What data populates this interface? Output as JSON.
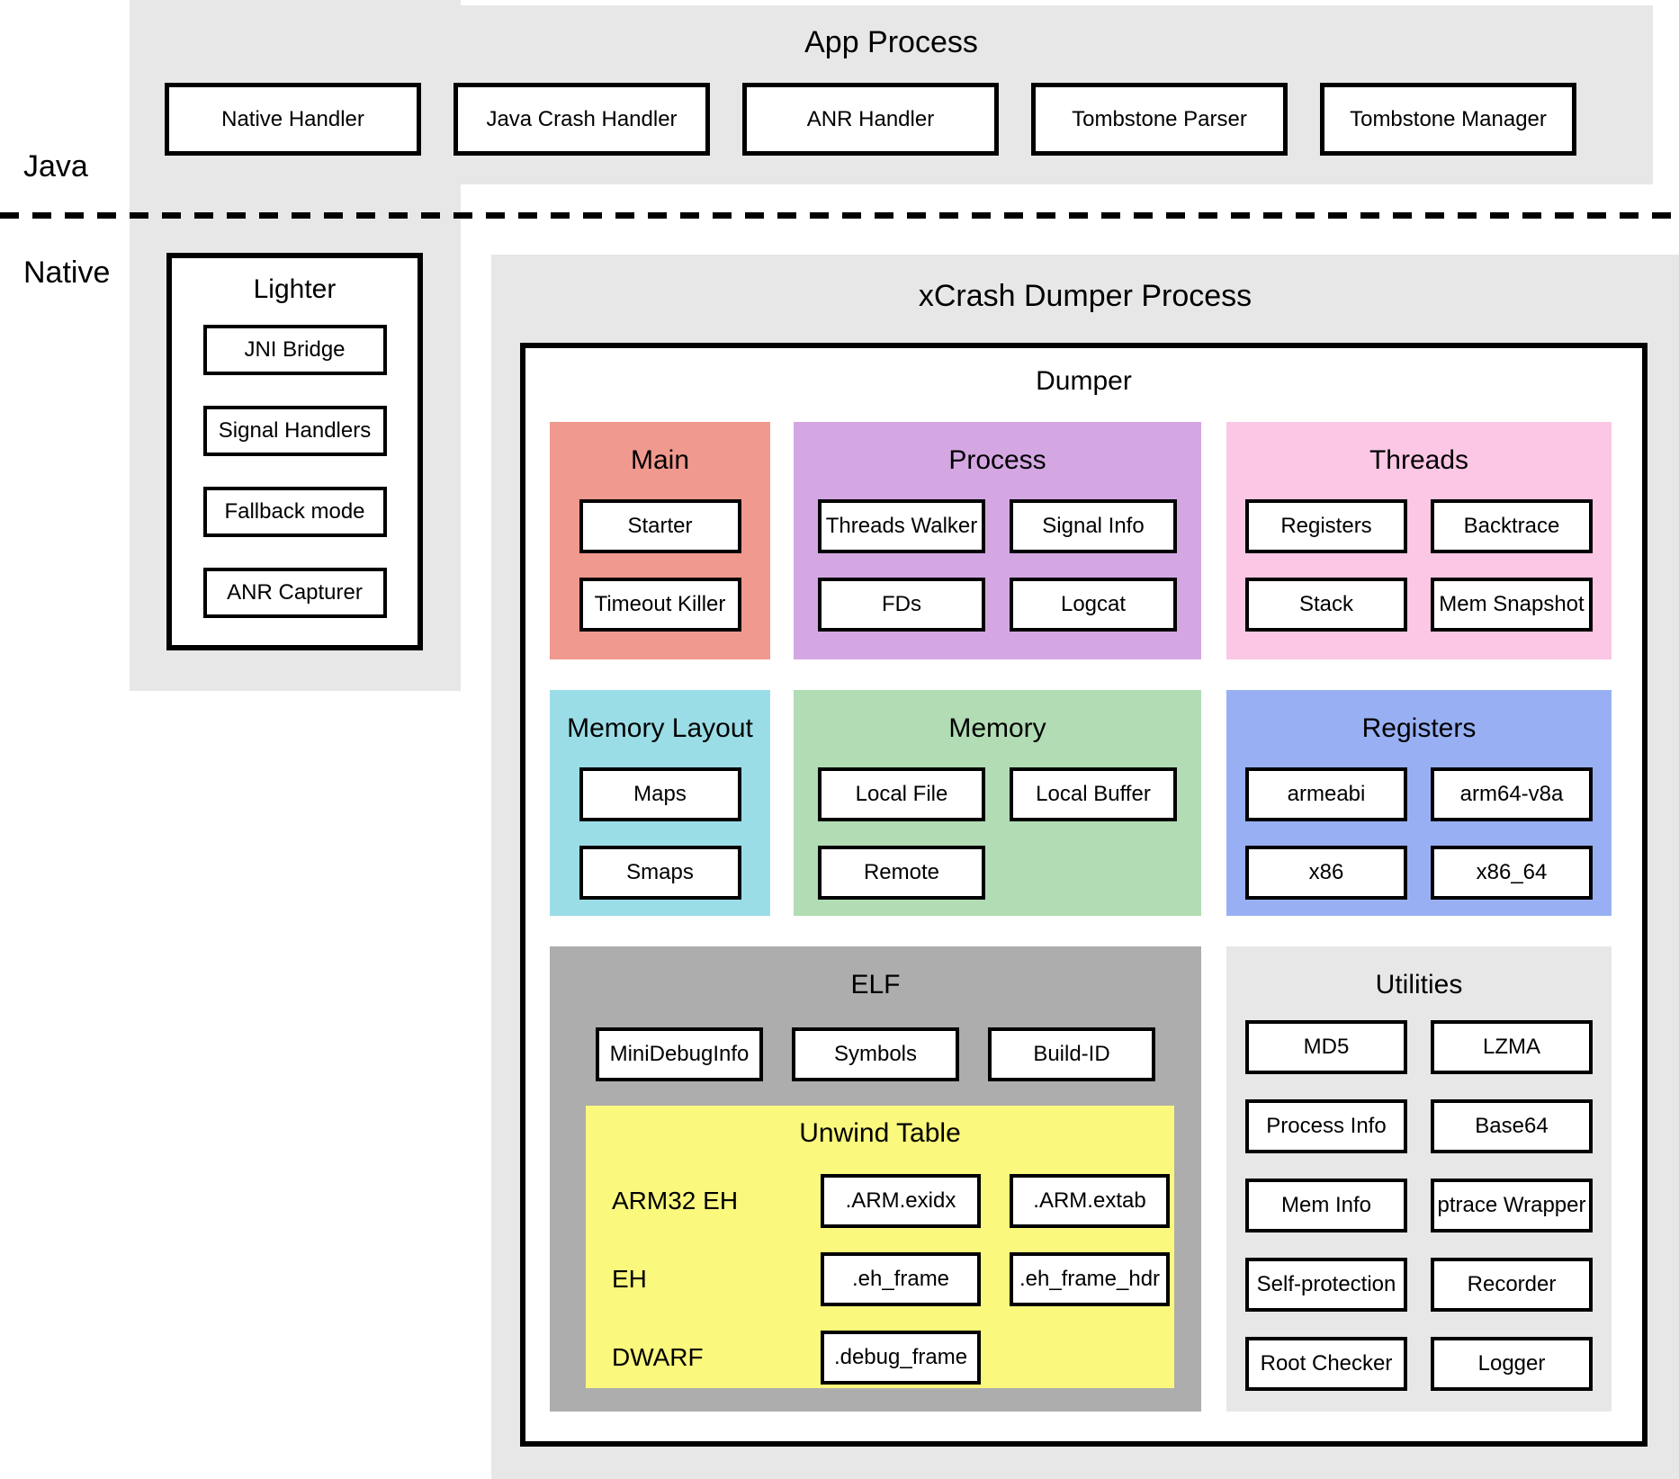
{
  "side_labels": {
    "java": "Java",
    "native": "Native"
  },
  "app_process": {
    "title": "App Process",
    "boxes": [
      "Native Handler",
      "Java Crash Handler",
      "ANR Handler",
      "Tombstone Parser",
      "Tombstone Manager"
    ]
  },
  "lighter": {
    "title": "Lighter",
    "boxes": [
      "JNI Bridge",
      "Signal Handlers",
      "Fallback mode",
      "ANR Capturer"
    ]
  },
  "dumper_process": {
    "title": "xCrash Dumper Process",
    "dumper_title": "Dumper",
    "sections": {
      "main": {
        "title": "Main",
        "color": "#F0998F",
        "boxes": [
          "Starter",
          "Timeout Killer"
        ]
      },
      "process": {
        "title": "Process",
        "color": "#D4A7E3",
        "boxes": [
          "Threads Walker",
          "Signal Info",
          "FDs",
          "Logcat"
        ]
      },
      "threads": {
        "title": "Threads",
        "color": "#FBC7E4",
        "boxes": [
          "Registers",
          "Backtrace",
          "Stack",
          "Mem Snapshot"
        ]
      },
      "memory_layout": {
        "title": "Memory Layout",
        "color": "#9BDDE6",
        "boxes": [
          "Maps",
          "Smaps"
        ]
      },
      "memory": {
        "title": "Memory",
        "color": "#B1DCB4",
        "boxes": [
          "Local File",
          "Local Buffer",
          "Remote"
        ]
      },
      "registers": {
        "title": "Registers",
        "color": "#98B0F3",
        "boxes": [
          "armeabi",
          "arm64-v8a",
          "x86",
          "x86_64"
        ]
      },
      "elf": {
        "title": "ELF",
        "color": "#ADADAD",
        "boxes": [
          "MiniDebugInfo",
          "Symbols",
          "Build-ID"
        ],
        "unwind": {
          "title": "Unwind Table",
          "color": "#FAF87D",
          "rows": [
            {
              "label": "ARM32 EH",
              "boxes": [
                ".ARM.exidx",
                ".ARM.extab"
              ]
            },
            {
              "label": "EH",
              "boxes": [
                ".eh_frame",
                ".eh_frame_hdr"
              ]
            },
            {
              "label": "DWARF",
              "boxes": [
                ".debug_frame"
              ]
            }
          ]
        }
      },
      "utilities": {
        "title": "Utilities",
        "color": "#E7E7E7",
        "boxes": [
          "MD5",
          "LZMA",
          "Process Info",
          "Base64",
          "Mem Info",
          "ptrace Wrapper",
          "Self-protection",
          "Recorder",
          "Root Checker",
          "Logger"
        ]
      }
    }
  },
  "colors": {
    "background": "#FFFFFF",
    "panel_gray": "#E7E7E7",
    "border": "#000000"
  }
}
